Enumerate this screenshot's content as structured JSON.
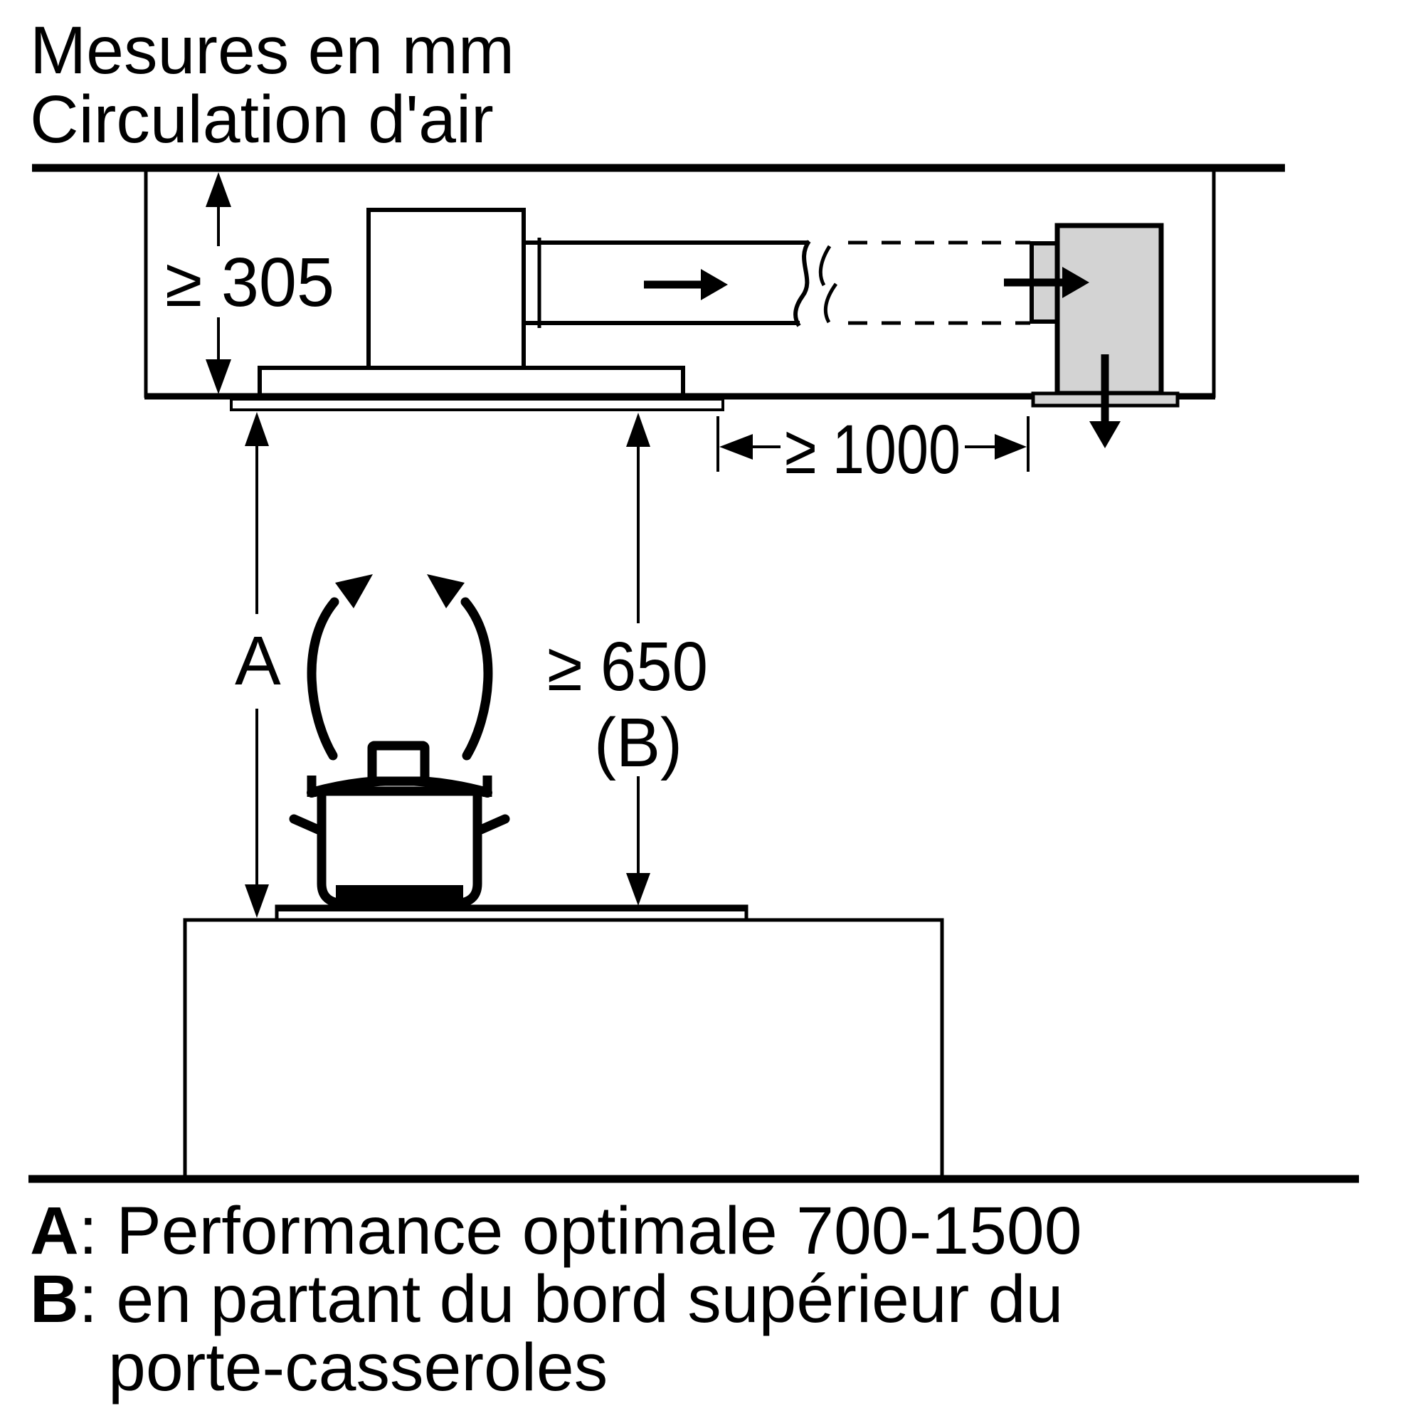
{
  "title": {
    "line1": "Mesures en mm",
    "line2": "Circulation d'air"
  },
  "dimensions": {
    "soffit_height": "≥ 305",
    "duct_run_to_outlet": "≥ 1000",
    "hood_to_hob_value": "≥ 650",
    "hood_to_hob_ref": "(B)",
    "optimal_height_ref": "A"
  },
  "legend": {
    "a_label": "A",
    "a_separator": ": ",
    "a_text": "Performance optimale 700-1500",
    "b_label": "B",
    "b_separator": ": ",
    "b_text_line1": "en partant du bord supérieur du",
    "b_text_line2": "porte-casseroles"
  },
  "colors": {
    "line": "#000000",
    "unit_fill": "#d3d3d3",
    "background": "#ffffff"
  }
}
